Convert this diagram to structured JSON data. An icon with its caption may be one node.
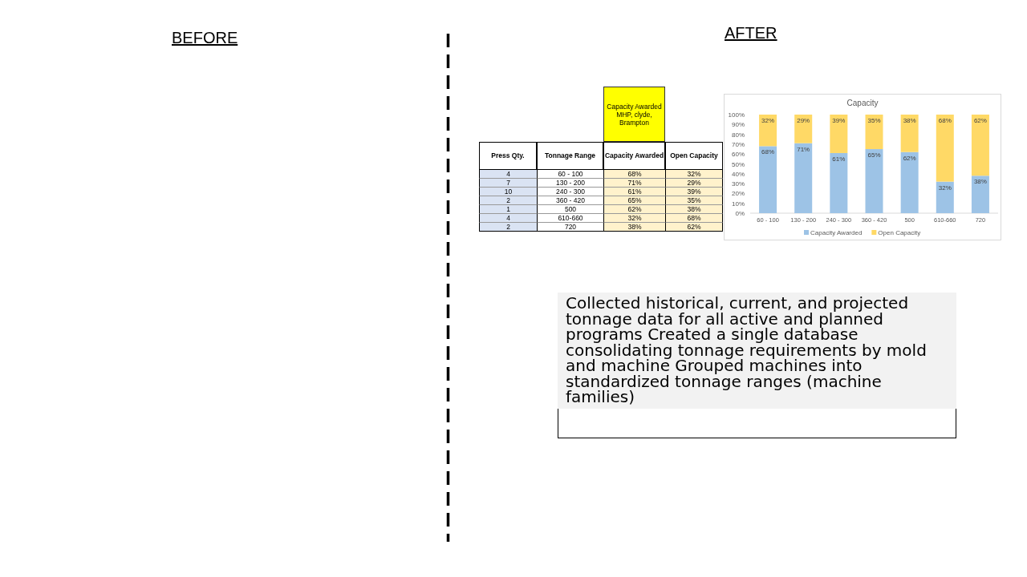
{
  "diagram": {
    "nodes": [
      {
        "text": [
          "Capacity Awarded MHP, clyde, Brampton"
        ]
      },
      {
        "text": [
          "Collected historical, current, and projected tonnage data for all active and planned programs Created a single database consolidating tonnage requirements by mold and machine Grouped machines into standardized tonnage ranges (machine families)"
        ]
      }
    ],
    "labels": [
      "BEFORE",
      "AFTER",
      "Press Qty.",
      "Tonnage Range",
      "Capacity Awarded",
      "Open Capacity",
      "4",
      "60 - 100",
      "68%",
      "32%",
      "7",
      "130 - 200",
      "71%",
      "29%",
      "10",
      "240 - 300",
      "61%",
      "39%",
      "2",
      "360 - 420",
      "65%",
      "35%",
      "1",
      "500",
      "62%",
      "38%",
      "4",
      "610-660",
      "32%",
      "68%",
      "2",
      "720",
      "38%",
      "62%"
    ],
    "chart_data": {
      "type": "bar",
      "title": "Capacity",
      "stacked": true,
      "ylim": [
        0,
        100
      ],
      "legend": true,
      "data_labels": true,
      "categories": [
        "60 - 100",
        "130 - 200",
        "240 - 300",
        "360 - 420",
        "500",
        "610-660",
        "720"
      ],
      "yticks": [
        {
          "value": 0,
          "label": "0%"
        },
        {
          "value": 10,
          "label": "10%"
        },
        {
          "value": 20,
          "label": "20%"
        },
        {
          "value": 30,
          "label": "30%"
        },
        {
          "value": 40,
          "label": "40%"
        },
        {
          "value": 50,
          "label": "50%"
        },
        {
          "value": 60,
          "label": "60%"
        },
        {
          "value": 70,
          "label": "70%"
        },
        {
          "value": 80,
          "label": "80%"
        },
        {
          "value": 90,
          "label": "90%"
        },
        {
          "value": 100,
          "label": "100%"
        }
      ],
      "series": [
        {
          "name": "Capacity Awarded",
          "color": "#9dc3e6",
          "values": [
            68,
            71,
            61,
            65,
            62,
            32,
            38
          ],
          "value_labels": [
            "68%",
            "71%",
            "61%",
            "65%",
            "62%",
            "32%",
            "38%"
          ]
        },
        {
          "name": "Open Capacity",
          "color": "#ffd966",
          "values": [
            32,
            29,
            39,
            35,
            38,
            68,
            62
          ],
          "value_labels": [
            "32%",
            "29%",
            "39%",
            "35%",
            "38%",
            "68%",
            "62%"
          ]
        }
      ]
    }
  }
}
